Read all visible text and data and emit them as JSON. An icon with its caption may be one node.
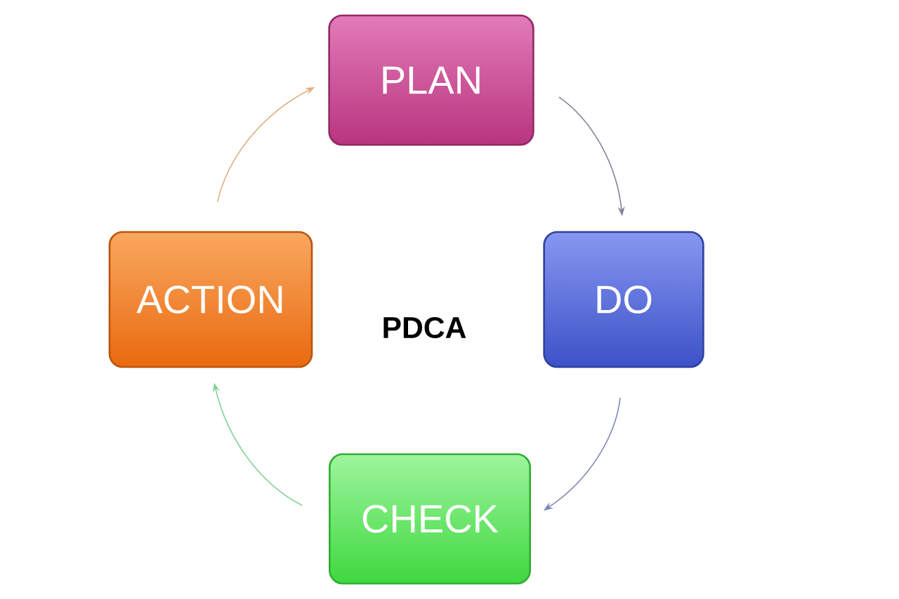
{
  "diagram": {
    "nodes": [
      {
        "text": [
          "PLAN"
        ]
      },
      {
        "text": [
          "DO"
        ]
      },
      {
        "text": [
          "CHECK"
        ]
      },
      {
        "text": [
          "ACTION"
        ]
      }
    ],
    "edges": [
      {
        "from": 0,
        "to": 1,
        "arrow": "to",
        "color": "#8a7f94"
      },
      {
        "from": 1,
        "to": 2,
        "arrow": "to",
        "color": "#7c84b4"
      },
      {
        "from": 2,
        "to": 3,
        "arrow": "to",
        "color": "#86d19a"
      },
      {
        "from": 3,
        "to": 0,
        "arrow": "to",
        "color": "#e0b080"
      }
    ],
    "labels": [
      "PDCA"
    ]
  }
}
